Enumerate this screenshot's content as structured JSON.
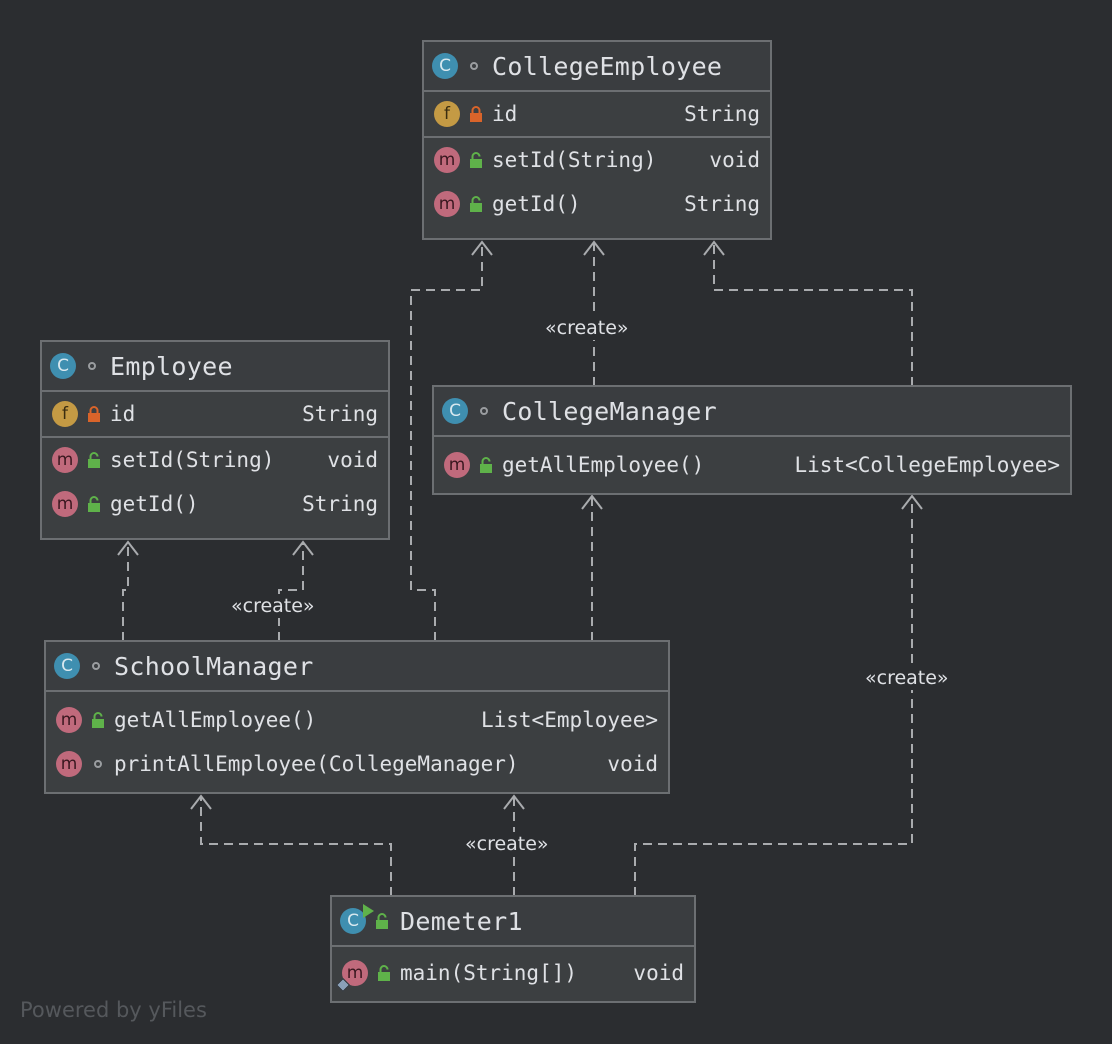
{
  "classes": {
    "college_employee": {
      "name": "CollegeEmployee",
      "fields": [
        {
          "name": "id",
          "type": "String"
        }
      ],
      "methods": [
        {
          "name": "setId(String)",
          "type": "void"
        },
        {
          "name": "getId()",
          "type": "String"
        }
      ]
    },
    "employee": {
      "name": "Employee",
      "fields": [
        {
          "name": "id",
          "type": "String"
        }
      ],
      "methods": [
        {
          "name": "setId(String)",
          "type": "void"
        },
        {
          "name": "getId()",
          "type": "String"
        }
      ]
    },
    "college_manager": {
      "name": "CollegeManager",
      "methods": [
        {
          "name": "getAllEmployee()",
          "type": "List<CollegeEmployee>"
        }
      ]
    },
    "school_manager": {
      "name": "SchoolManager",
      "methods": [
        {
          "name": "getAllEmployee()",
          "type": "List<Employee>"
        },
        {
          "name": "printAllEmployee(CollegeManager)",
          "type": "void"
        }
      ]
    },
    "demeter1": {
      "name": "Demeter1",
      "methods": [
        {
          "name": "main(String[])",
          "type": "void"
        }
      ]
    }
  },
  "icons": {
    "class_badge": "C",
    "field_badge": "f",
    "method_badge": "m"
  },
  "relations": {
    "create_label": "«create»"
  },
  "footer": "Powered by yFiles",
  "colors": {
    "background": "#2b2d30",
    "class_badge": "#3f8fb0",
    "field_badge": "#c49a44",
    "method_badge": "#c06a7c",
    "private_lock": "#d9642a",
    "public_lock": "#5fb24a",
    "edge": "#a9abae"
  }
}
